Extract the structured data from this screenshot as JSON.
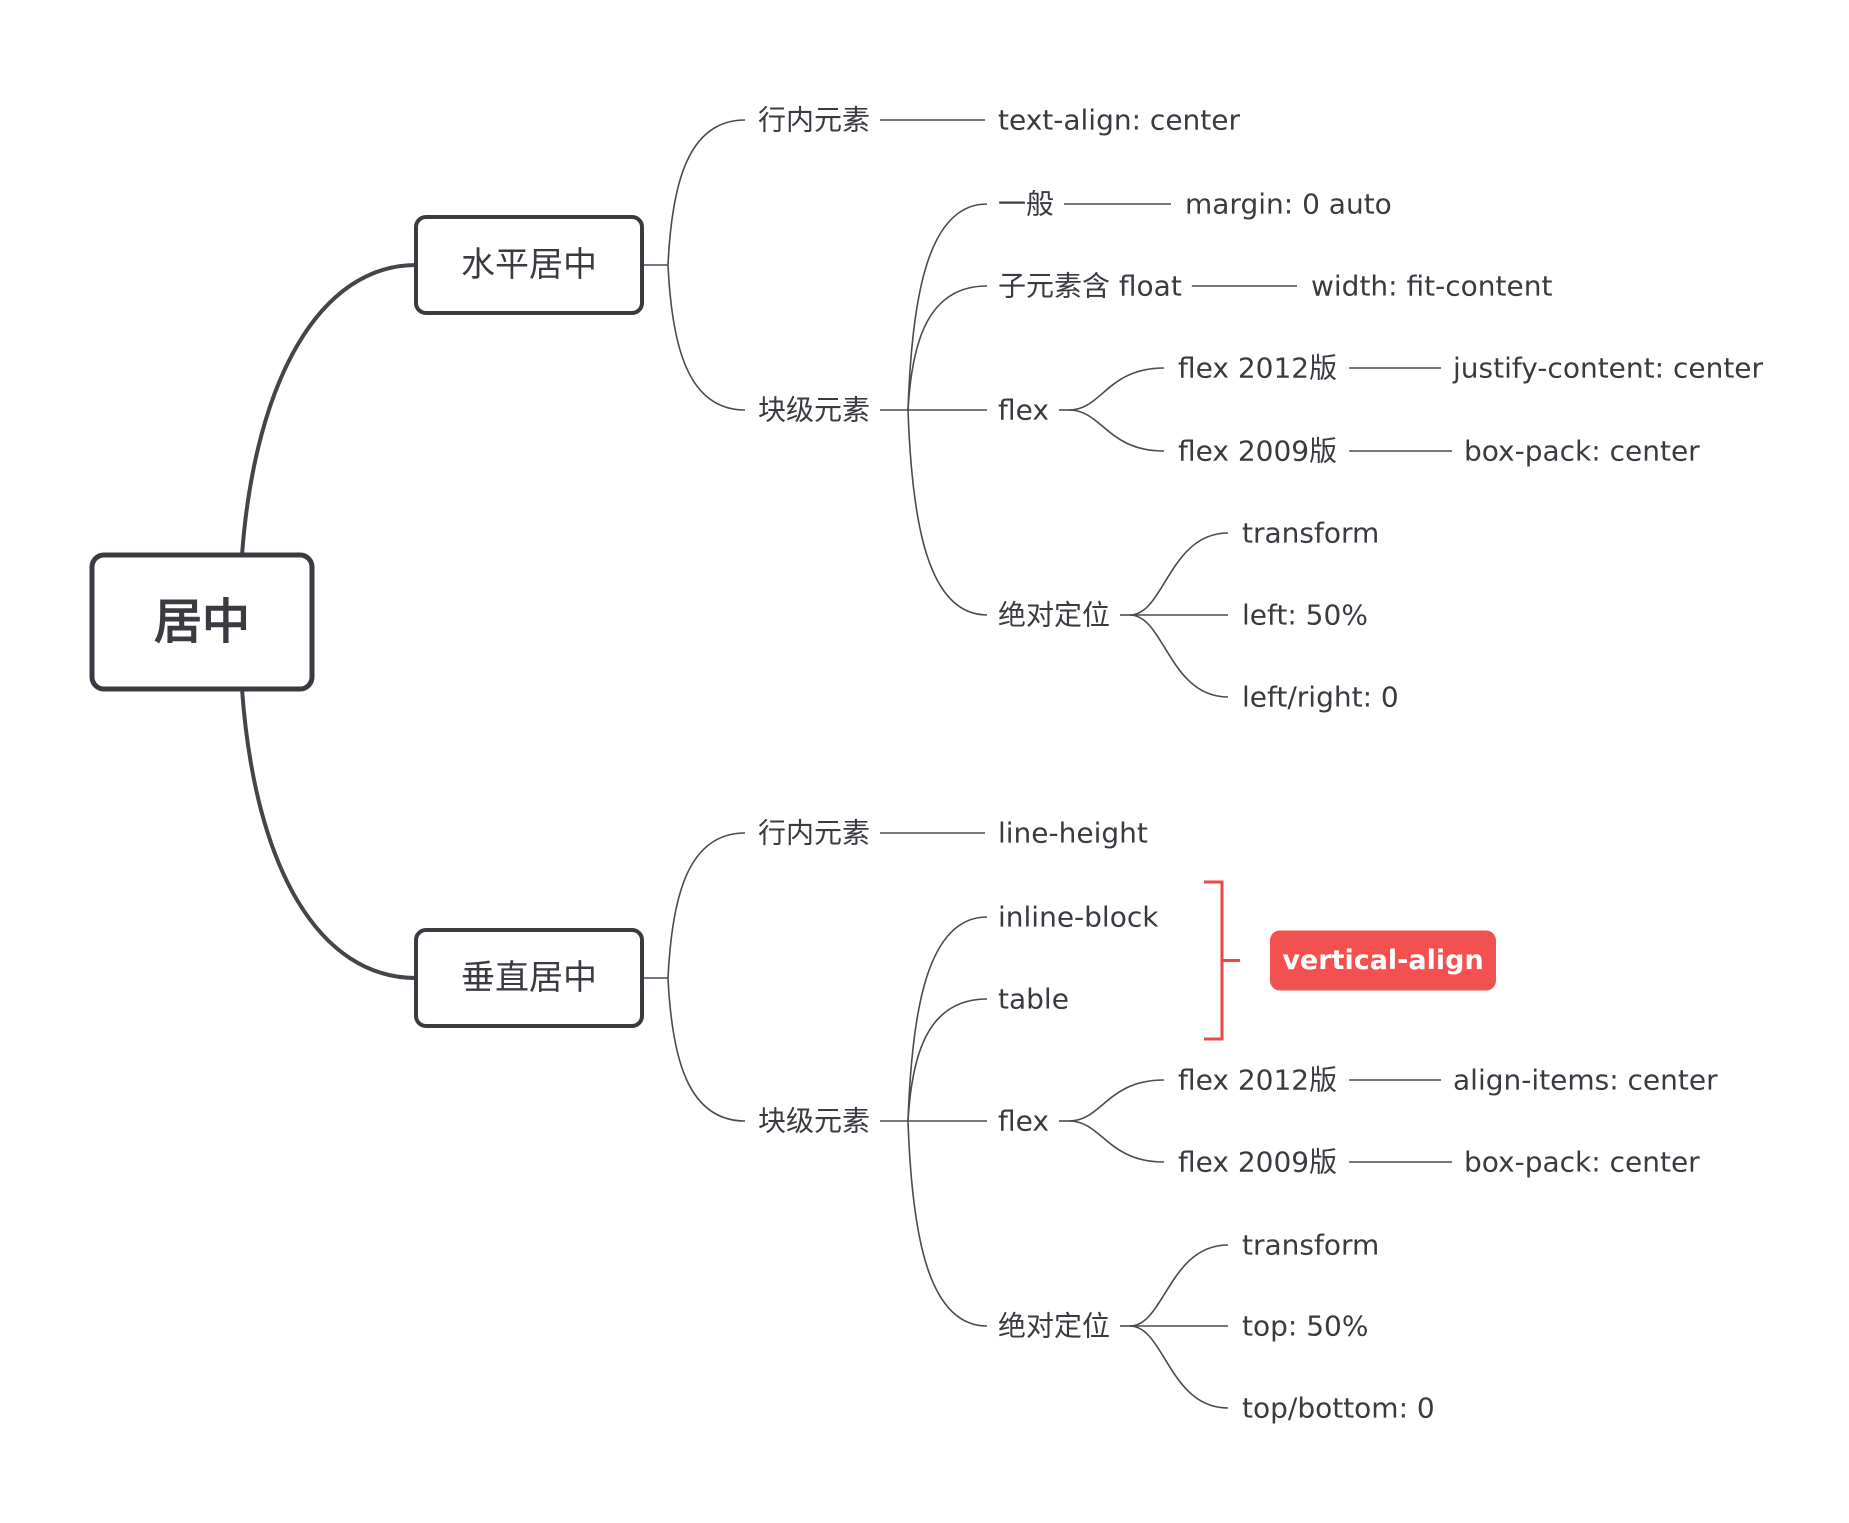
{
  "root": {
    "id": "root",
    "label": "居中"
  },
  "branches": [
    {
      "id": "h",
      "label": "水平居中",
      "children": [
        {
          "id": "h-inline",
          "label": "行内元素",
          "children": [
            {
              "id": "h-inline-ta",
              "label": "text-align: center"
            }
          ]
        },
        {
          "id": "h-block",
          "label": "块级元素",
          "children": [
            {
              "id": "h-general",
              "label": "一般",
              "children": [
                {
                  "id": "h-general-m",
                  "label": "margin: 0 auto"
                }
              ]
            },
            {
              "id": "h-float",
              "label": "子元素含 float",
              "children": [
                {
                  "id": "h-float-w",
                  "label": "width: fit-content"
                }
              ]
            },
            {
              "id": "h-flex",
              "label": "flex",
              "children": [
                {
                  "id": "h-flex12",
                  "label": "flex 2012版",
                  "children": [
                    {
                      "id": "h-flex12-v",
                      "label": "justify-content: center"
                    }
                  ]
                },
                {
                  "id": "h-flex09",
                  "label": "flex 2009版",
                  "children": [
                    {
                      "id": "h-flex09-v",
                      "label": "box-pack: center"
                    }
                  ]
                }
              ]
            },
            {
              "id": "h-abs",
              "label": "绝对定位",
              "children": [
                {
                  "id": "h-abs-t",
                  "label": "transform"
                },
                {
                  "id": "h-abs-l",
                  "label": "left: 50%"
                },
                {
                  "id": "h-abs-lr",
                  "label": "left/right: 0"
                }
              ]
            }
          ]
        }
      ]
    },
    {
      "id": "v",
      "label": "垂直居中",
      "children": [
        {
          "id": "v-inline",
          "label": "行内元素",
          "children": [
            {
              "id": "v-inline-lh",
              "label": "line-height"
            }
          ]
        },
        {
          "id": "v-block",
          "label": "块级元素",
          "children": [
            {
              "id": "v-ib",
              "label": "inline-block"
            },
            {
              "id": "v-table",
              "label": "table"
            },
            {
              "id": "v-flex",
              "label": "flex",
              "children": [
                {
                  "id": "v-flex12",
                  "label": "flex 2012版",
                  "children": [
                    {
                      "id": "v-flex12-v",
                      "label": "align-items: center"
                    }
                  ]
                },
                {
                  "id": "v-flex09",
                  "label": "flex 2009版",
                  "children": [
                    {
                      "id": "v-flex09-v",
                      "label": "box-pack: center"
                    }
                  ]
                }
              ]
            },
            {
              "id": "v-abs",
              "label": "绝对定位",
              "children": [
                {
                  "id": "v-abs-t",
                  "label": "transform"
                },
                {
                  "id": "v-abs-top",
                  "label": "top: 50%"
                },
                {
                  "id": "v-abs-tb",
                  "label": "top/bottom: 0"
                }
              ]
            }
          ]
        }
      ]
    }
  ],
  "callout": {
    "label": "vertical-align",
    "targets": [
      "v-ib",
      "v-table"
    ]
  },
  "colors": {
    "ink": "#3a3b40",
    "line": "#4a4b50",
    "accent": "#f2514f",
    "bracket": "#e9474b",
    "background": "#ffffff"
  }
}
